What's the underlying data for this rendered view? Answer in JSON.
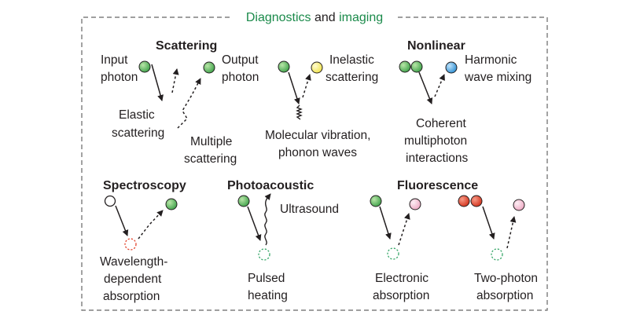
{
  "title": {
    "part1": "Diagnostics",
    "part2": " and ",
    "part3": "imaging",
    "accent_color": "#1a8a4a"
  },
  "colors": {
    "green": "#5cb85c",
    "yellow": "#f6ef79",
    "blue": "#4da6e0",
    "pink": "#f4c6d6",
    "red": "#e2452f",
    "outline": "#231f20",
    "dashed_red": "#e2452f",
    "dashed_green": "#3aa86b",
    "frame": "#666666"
  },
  "panels": {
    "scattering": {
      "heading": "Scattering",
      "input_label": [
        "Input",
        "photon"
      ],
      "output_label": [
        "Output",
        "photon"
      ],
      "elastic_label": [
        "Elastic",
        "scattering"
      ],
      "multiple_label": [
        "Multiple",
        "scattering"
      ]
    },
    "inelastic": {
      "label": [
        "Inelastic",
        "scattering"
      ],
      "vibration_label": [
        "Molecular vibration,",
        "phonon waves"
      ]
    },
    "nonlinear": {
      "heading": "Nonlinear",
      "harmonic_label": [
        "Harmonic",
        "wave mixing"
      ],
      "coherent_label": [
        "Coherent",
        "multiphoton",
        "interactions"
      ]
    },
    "spectroscopy": {
      "heading": "Spectroscopy",
      "absorption_label": [
        "Wavelength-",
        "dependent",
        "absorption"
      ]
    },
    "photoacoustic": {
      "heading": "Photoacoustic",
      "ultrasound_label": "Ultrasound",
      "heating_label": [
        "Pulsed",
        "heating"
      ]
    },
    "fluorescence": {
      "heading": "Fluorescence",
      "electronic_label": [
        "Electronic",
        "absorption"
      ],
      "two_photon_label": [
        "Two-photon",
        "absorption"
      ]
    }
  }
}
